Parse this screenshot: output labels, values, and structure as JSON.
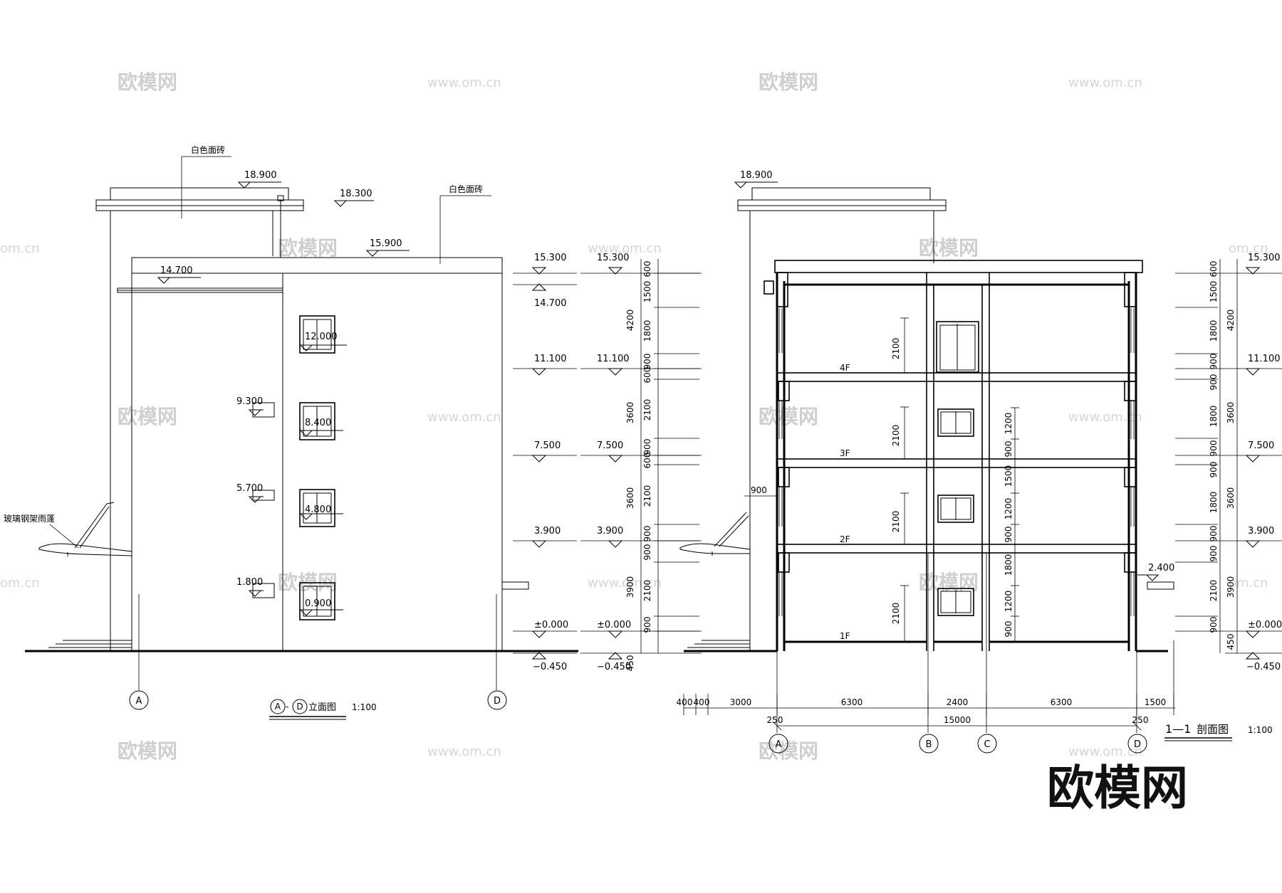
{
  "watermarks": {
    "brand_small": "欧模网",
    "url": "www.om.cn",
    "url_short": "om.cn",
    "brand_large": "欧模网"
  },
  "elevation": {
    "note_tile_left": "白色面砖",
    "note_tile_right": "白色面砖",
    "note_canopy": "玻璃钢架雨蓬",
    "lv_18900": "18.900",
    "lv_18300": "18.300",
    "lv_15900": "15.900",
    "lv_14700_top": "14.700",
    "win_12000": "12.000",
    "win_9300": "9.300",
    "win_8400": "8.400",
    "win_5700": "5.700",
    "win_4800": "4.800",
    "win_1800": "1.800",
    "win_0900": "0.900",
    "right_levels": [
      "15.300",
      "14.700",
      "11.100",
      "7.500",
      "3.900",
      "±0.000",
      "−0.450"
    ],
    "axis_a": "A",
    "axis_d": "D",
    "title_axis_a": "A",
    "title_dash": "-",
    "title_axis_d": "D",
    "title_text": "立面图",
    "scale": "1:100"
  },
  "section": {
    "left_levels": [
      "15.300",
      "11.100",
      "7.500",
      "3.900",
      "±0.000",
      "−0.450"
    ],
    "right_levels": [
      "15.300",
      "11.100",
      "7.500",
      "3.900",
      "±0.000",
      "−0.450"
    ],
    "lv_18900": "18.900",
    "lv_2400": "2.400",
    "left_dims_inner": [
      "600",
      "1500",
      "1800",
      "900",
      "600",
      "2100",
      "900",
      "600",
      "2100",
      "900",
      "900",
      "2100",
      "900"
    ],
    "left_dims_outer": [
      "4200",
      "3600",
      "3600",
      "3900",
      "450"
    ],
    "right_dims_inner": [
      "600",
      "1500",
      "1800",
      "900",
      "900",
      "1800",
      "900",
      "900",
      "1800",
      "900",
      "900",
      "2100",
      "900"
    ],
    "right_dims_outer": [
      "4200",
      "3600",
      "3600",
      "3900",
      "450"
    ],
    "floor_labels": [
      "4F",
      "3F",
      "2F",
      "1F"
    ],
    "door_dim": "2100",
    "win_dims": [
      "1200",
      "900",
      "1500",
      "1200",
      "900",
      "1800",
      "1200",
      "900"
    ],
    "dim_900_left": "900",
    "bottom_dims": [
      "400",
      "400",
      "3000",
      "6300",
      "2400",
      "6300",
      "1500"
    ],
    "dim_250_left": "250",
    "dim_total": "15000",
    "dim_250_right": "250",
    "axes": [
      "A",
      "B",
      "C",
      "D"
    ],
    "title_num": "1—1",
    "title_text": "剖面图",
    "scale": "1:100"
  }
}
